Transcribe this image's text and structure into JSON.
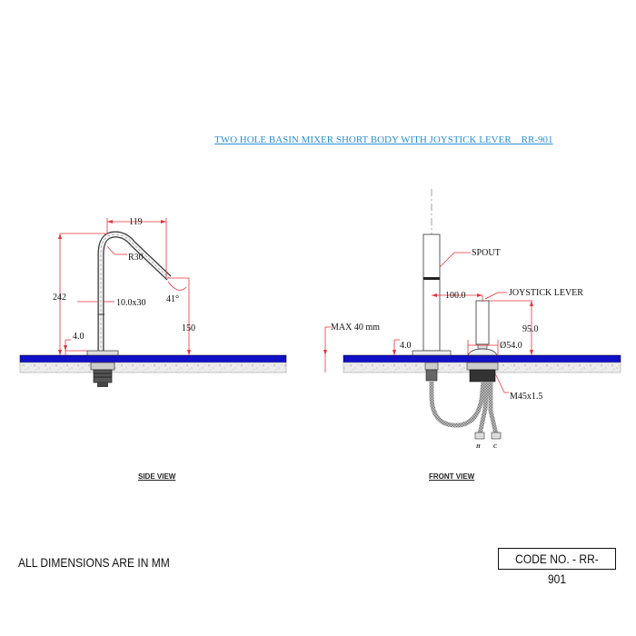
{
  "title": "TWO HOLE BASIN MIXER SHORT BODY WITH JOYSTICK LEVER    RR-901",
  "colors": {
    "title": "#2a8fd6",
    "dimension_line": "#e8323c",
    "countertop": "#1010c8",
    "stone": "#e8e8e8",
    "outline": "#222222"
  },
  "side_view": {
    "label": "SIDE VIEW",
    "dimensions": {
      "width": "119",
      "height": "242",
      "radius": "R30",
      "pipe": "10.0x30",
      "angle": "41°",
      "outlet_height": "150",
      "base": "4.0"
    }
  },
  "front_view": {
    "label": "FRONT VIEW",
    "callouts": {
      "spout": "SPOUT",
      "lever": "JOYSTICK LEVER",
      "thread": "M45x1.5"
    },
    "dimensions": {
      "max_thickness": "MAX 40 mm",
      "base": "4.0",
      "spacing": "100.0",
      "lever_height": "95.0",
      "lever_diameter": "Ø54.0"
    },
    "hose_labels": {
      "hot": "H",
      "cold": "C"
    }
  },
  "footer": {
    "note": "ALL DIMENSIONS ARE IN MM",
    "code": "CODE NO. - RR-901"
  }
}
